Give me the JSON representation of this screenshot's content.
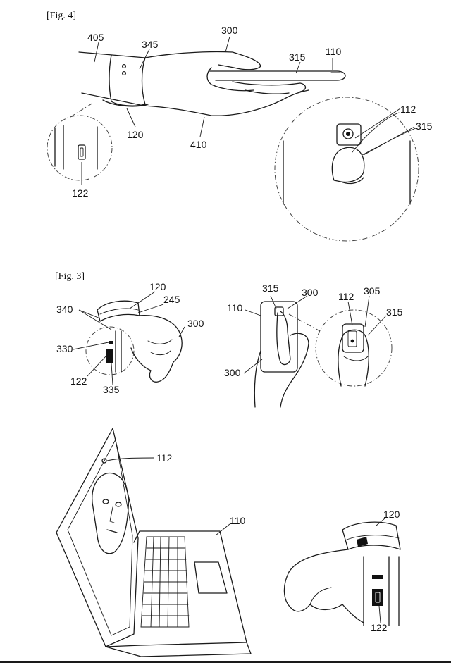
{
  "figures": {
    "fig4": {
      "caption": "[Fig. 4]",
      "refs": [
        "405",
        "345",
        "300",
        "315",
        "110",
        "112",
        "315",
        "120",
        "410",
        "122"
      ]
    },
    "fig3": {
      "caption": "[Fig. 3]",
      "refs": [
        "120",
        "245",
        "340",
        "300",
        "330",
        "122",
        "335",
        "315",
        "300",
        "110",
        "305",
        "112",
        "315",
        "300"
      ]
    },
    "fig5": {
      "refs": [
        "112",
        "110",
        "120",
        "122"
      ]
    }
  }
}
